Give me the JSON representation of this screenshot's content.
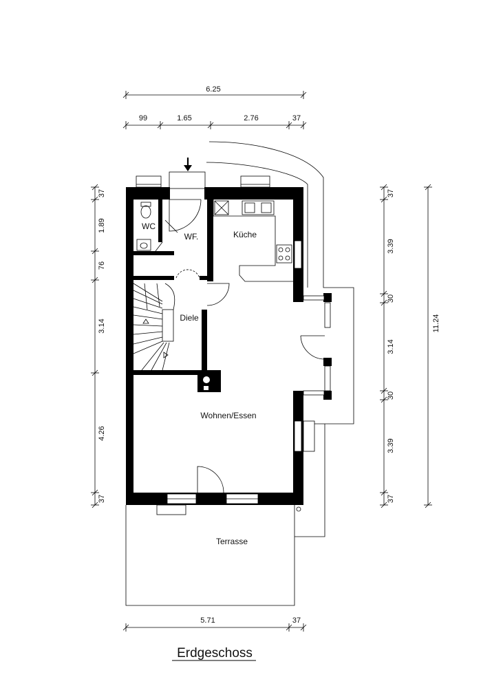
{
  "title": "Erdgeschoss",
  "rooms": {
    "wc": "WC",
    "wf": "WF.",
    "kueche": "Küche",
    "diele": "Diele",
    "wohnen": "Wohnen/Essen",
    "terrasse": "Terrasse"
  },
  "dimensions": {
    "top_total": "6.25",
    "top_segments": [
      "99",
      "1.65",
      "2.76",
      "37"
    ],
    "left_segments": [
      "37",
      "1.89",
      "76",
      "3.14",
      "4.26",
      "37"
    ],
    "right_segments": [
      "37",
      "3.39",
      "30",
      "3.14",
      "30",
      "3.39",
      "37"
    ],
    "right_total": "11.24",
    "bottom_segments": [
      "5.71",
      "37"
    ]
  }
}
